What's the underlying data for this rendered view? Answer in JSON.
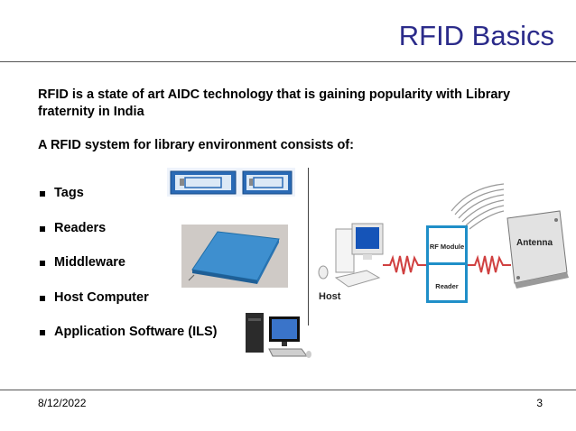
{
  "slide": {
    "title": "RFID Basics",
    "intro": "RFID is a state of art AIDC technology  that is gaining popularity with Library fraternity in India",
    "consists": "A RFID system for library environment consists of:",
    "bullets": [
      "Tags",
      "Readers",
      "Middleware",
      "Host Computer",
      "Application Software (ILS)"
    ],
    "diagram": {
      "host_label": "Host",
      "module_label": "RF Module",
      "reader_label": "Reader",
      "antenna_label": "Antenna"
    },
    "footer": {
      "date": "8/12/2022",
      "page": "3"
    }
  },
  "colors": {
    "title": "#2b2b8a",
    "signal": "#d04040",
    "reader_box": "#1f8fc8"
  },
  "icons": [
    "rfid-tag-image",
    "reader-device-image",
    "computer-image",
    "host-computer-image",
    "antenna-image",
    "signal-wave-icon"
  ]
}
